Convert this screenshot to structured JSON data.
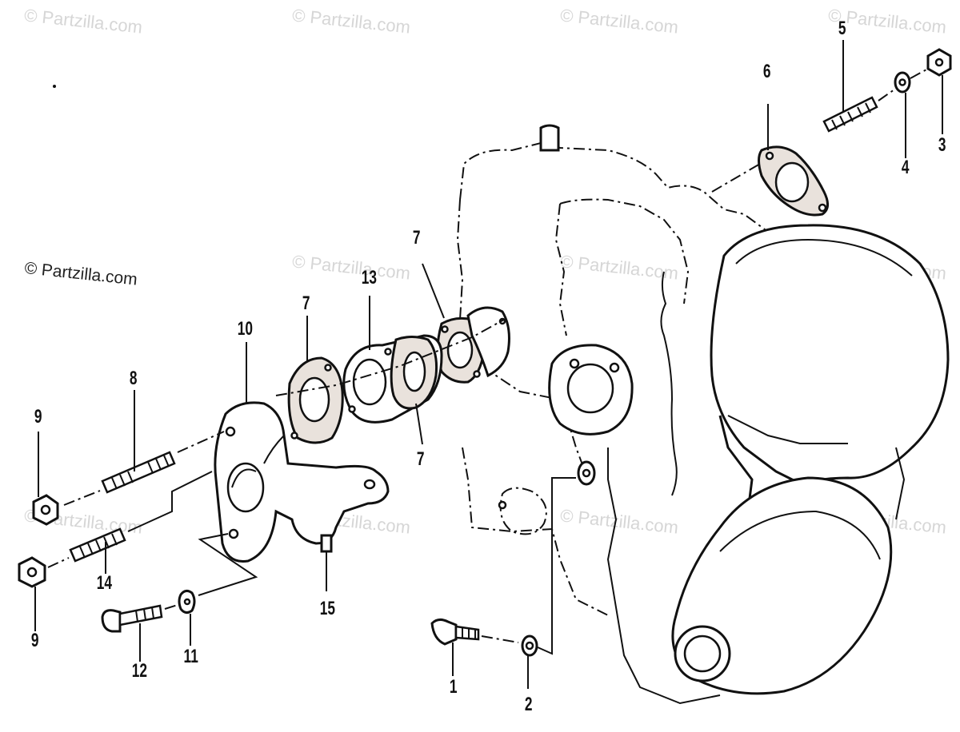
{
  "watermark": "© Partzilla.com",
  "copyright": "© Partzilla.com",
  "callouts": {
    "c1": "1",
    "c2": "2",
    "c3": "3",
    "c4": "4",
    "c5": "5",
    "c6": "6",
    "c7a": "7",
    "c7b": "7",
    "c7c": "7",
    "c8": "8",
    "c9a": "9",
    "c9b": "9",
    "c10": "10",
    "c11": "11",
    "c12": "12",
    "c13": "13",
    "c14": "14",
    "c15": "15"
  }
}
